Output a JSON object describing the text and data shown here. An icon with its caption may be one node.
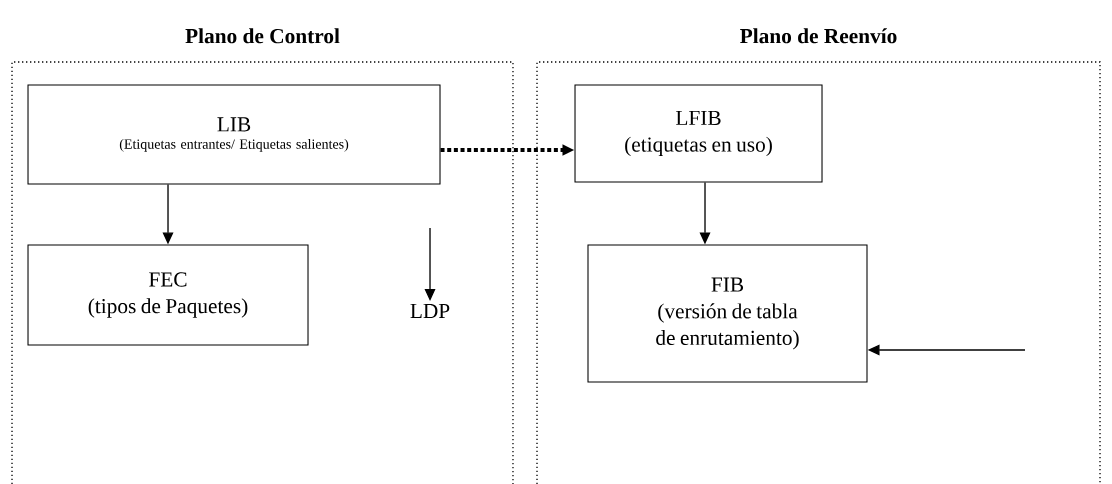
{
  "diagram": {
    "nodes": [
      {
        "text": [
          "Plano de Control"
        ]
      },
      {
        "text": [
          "LIB",
          "(Etiquetas entrantes/ Etiquetas salientes)"
        ],
        "in": 0
      },
      {
        "text": [
          "FEC",
          "(tipos de Paquetes)"
        ],
        "in": 0
      },
      {
        "text": [
          "LDP"
        ],
        "in": 0
      },
      {
        "text": [
          "Plano de Reenvío"
        ]
      },
      {
        "text": [
          "LFIB",
          "(etiquetas en uso)"
        ],
        "in": 4
      },
      {
        "text": [
          "FIB",
          "(versión de tabla de enrutamiento)"
        ],
        "in": 4
      }
    ],
    "edges": [
      {
        "from": 1,
        "to": 2,
        "arrow": "to"
      },
      {
        "from": null,
        "to": 3,
        "arrow": "to"
      },
      {
        "from": 1,
        "to": 5,
        "arrow": "to",
        "style": "dashed"
      },
      {
        "from": 5,
        "to": 6,
        "arrow": "to"
      },
      {
        "from": null,
        "to": 6,
        "arrow": "to"
      }
    ]
  }
}
